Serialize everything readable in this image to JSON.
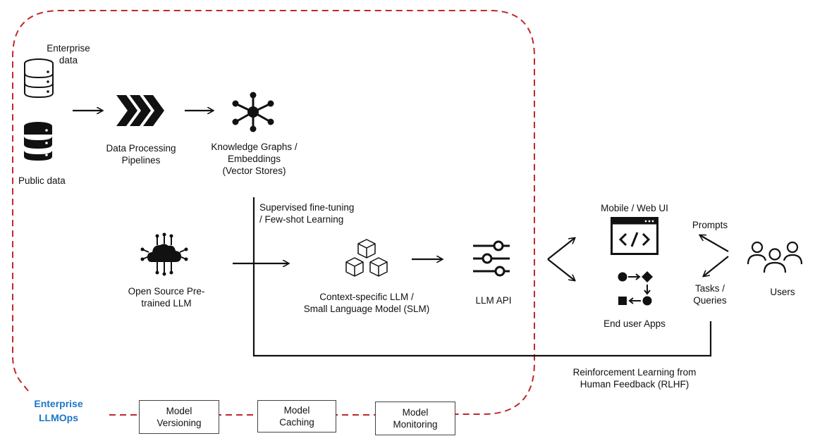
{
  "colors": {
    "boundary": "#c0282b",
    "accent_text": "#1b77c5",
    "ink": "#111111"
  },
  "sources": {
    "enterprise_label": "Enterprise\ndata",
    "public_label": "Public data",
    "enterprise_icon": "database-outline-icon",
    "public_icon": "database-solid-icon"
  },
  "pipeline": {
    "processing_label": "Data Processing\nPipelines",
    "processing_icon": "chevrons-icon",
    "knowledge_label": "Knowledge Graphs /\nEmbeddings\n(Vector Stores)",
    "knowledge_icon": "graph-network-icon"
  },
  "finetune_label": "Supervised fine-tuning\n/ Few-shot Learning",
  "models": {
    "open_source_label": "Open Source Pre-\ntrained LLM",
    "open_source_icon": "cloud-network-icon",
    "context_label": "Context-specific LLM /\nSmall Language Model (SLM)",
    "context_icon": "cubes-icon",
    "api_label": "LLM API",
    "api_icon": "sliders-icon"
  },
  "apps": {
    "mobile_label": "Mobile / Web UI",
    "mobile_icon": "code-window-icon",
    "end_user_label": "End user Apps",
    "end_user_icon": "workflow-icon"
  },
  "users": {
    "prompts_label": "Prompts",
    "tasks_label": "Tasks /\nQueries",
    "users_label": "Users",
    "users_icon": "users-group-icon"
  },
  "rlhf_label": "Reinforcement Learning from\nHuman Feedback (RLHF)",
  "llmops": {
    "title": "Enterprise\nLLMOps",
    "boxes": [
      "Model\nVersioning",
      "Model\nCaching",
      "Model\nMonitoring"
    ]
  }
}
